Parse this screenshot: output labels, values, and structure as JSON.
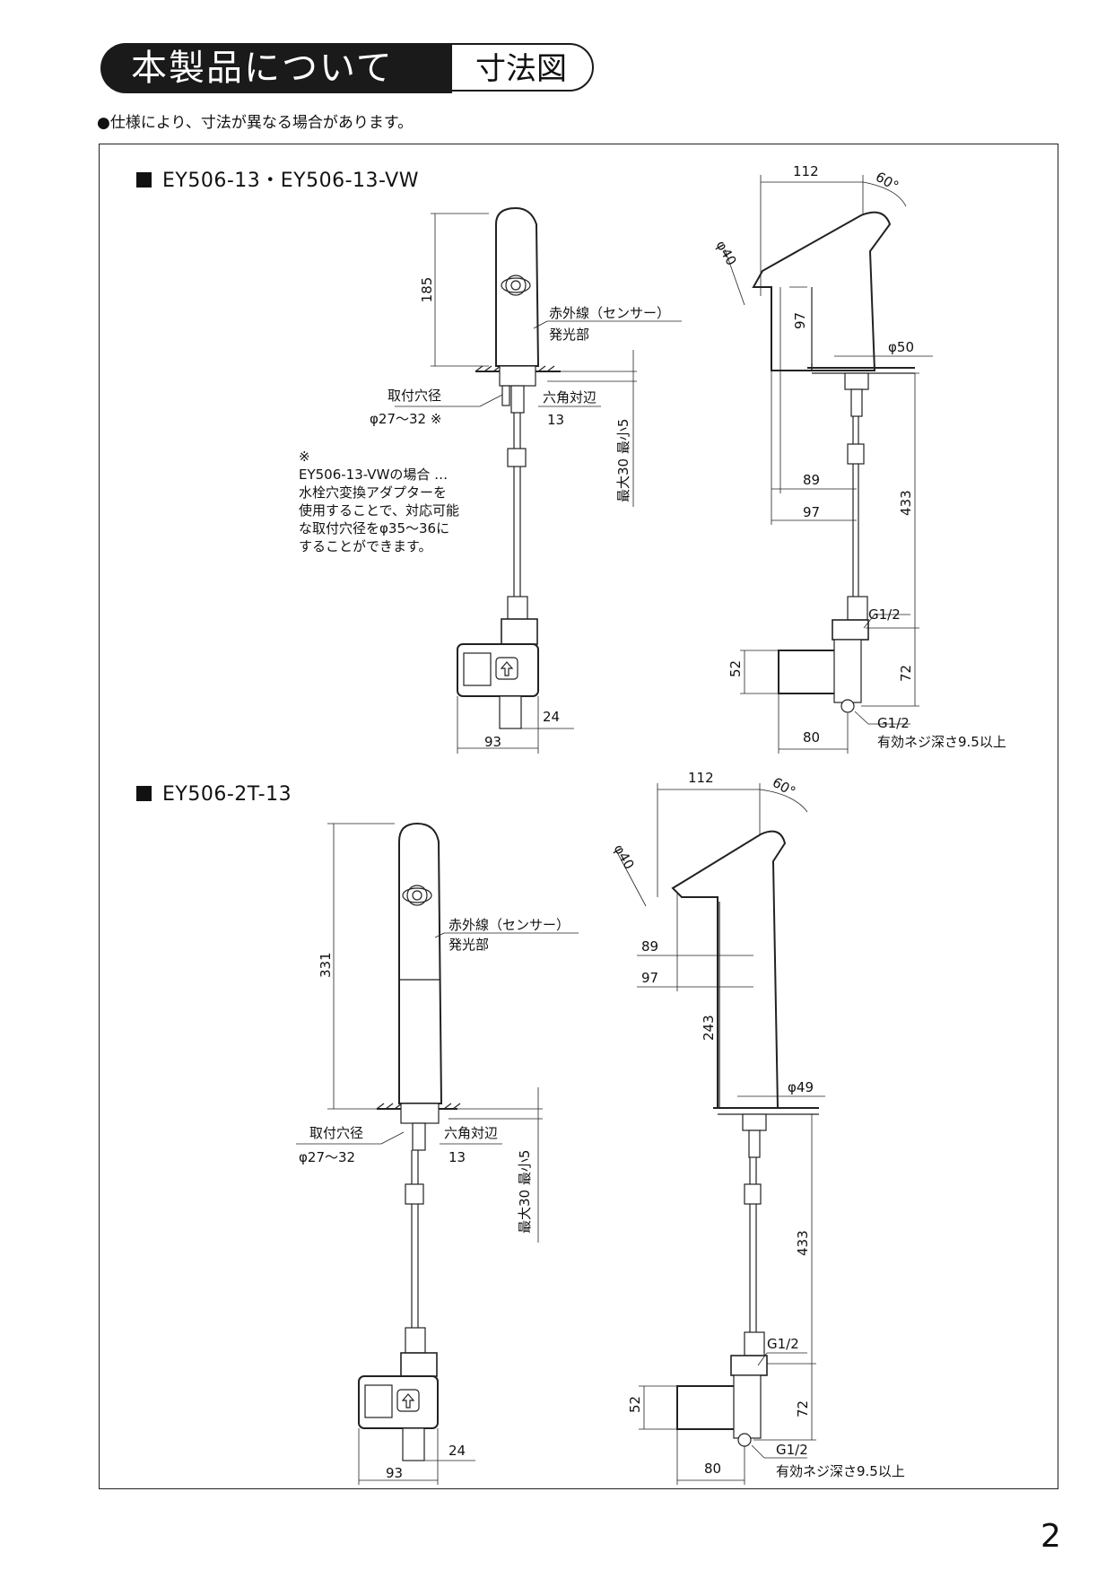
{
  "header": {
    "title": "本製品について",
    "subtitle": "寸法図"
  },
  "note": "●仕様により、寸法が異なる場合があります。",
  "page_number": "2",
  "model1": {
    "name": "EY506-13・EY506-13-VW",
    "sensor_label1": "赤外線（センサー）",
    "sensor_label2": "発光部",
    "hole_label": "取付穴径",
    "hole_value": "φ27～32 ※",
    "hex_label": "六角対辺",
    "hex_value": "13",
    "thickness": "最大30 最小5",
    "asterisk": "※",
    "vw_note": [
      "EY506-13-VWの場合 …",
      "水栓穴変換アダプターを",
      "使用することで、対応可能",
      "な取付穴径をφ35～36に",
      "することができます。"
    ],
    "dims": {
      "h185": "185",
      "d93": "93",
      "d24": "24",
      "w112": "112",
      "angle": "60°",
      "phi40": "φ40",
      "d97v": "97",
      "phi50": "φ50",
      "d89": "89",
      "d97": "97",
      "d433": "433",
      "g1": "G1/2",
      "d72": "72",
      "d52": "52",
      "d80": "80",
      "g2": "G1/2",
      "thread": "有効ネジ深さ9.5以上"
    }
  },
  "model2": {
    "name": "EY506-2T-13",
    "sensor_label1": "赤外線（センサー）",
    "sensor_label2": "発光部",
    "hole_label": "取付穴径",
    "hole_value": "φ27～32",
    "hex_label": "六角対辺",
    "hex_value": "13",
    "thickness": "最大30 最小5",
    "dims": {
      "h331": "331",
      "d93": "93",
      "d24": "24",
      "w112": "112",
      "angle": "60°",
      "phi40": "φ40",
      "d89": "89",
      "d97": "97",
      "d243": "243",
      "phi49": "φ49",
      "d433": "433",
      "g1": "G1/2",
      "d72": "72",
      "d52": "52",
      "d80": "80",
      "g2": "G1/2",
      "thread": "有効ネジ深さ9.5以上"
    }
  }
}
